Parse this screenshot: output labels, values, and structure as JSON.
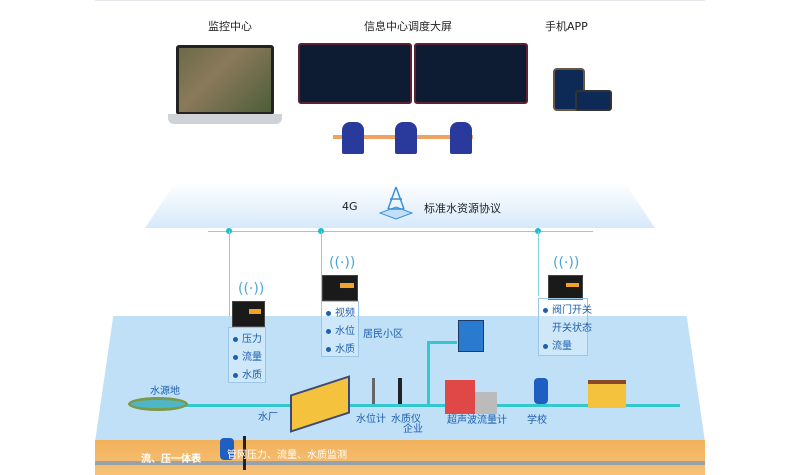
{
  "top": {
    "monitor_center": "监控中心",
    "info_center": "信息中心调度大屏",
    "mobile_app": "手机APP"
  },
  "network": {
    "tech": "4G",
    "protocol": "标准水资源协议"
  },
  "stations": [
    {
      "items": [
        "压力",
        "流量",
        "水质"
      ]
    },
    {
      "items": [
        "视频",
        "水位",
        "水质"
      ]
    },
    {
      "items": [
        "阀门开关",
        "开关状态",
        "流量"
      ]
    }
  ],
  "labels": {
    "water_source": "水源地",
    "water_plant": "水厂",
    "level_meter": "水位计",
    "quality_meter": "水质仪",
    "residential": "居民小区",
    "enterprise": "企业",
    "ultrasonic": "超声波流量计",
    "school": "学校",
    "flow_pressure": "流、压一体表",
    "pipe_monitor": "管网压力、流量、水质监测"
  },
  "colors": {
    "accent": "#33c7d0",
    "label": "#1e5fae",
    "platform": "#bfe0f7",
    "ground": "#f2b15a"
  }
}
